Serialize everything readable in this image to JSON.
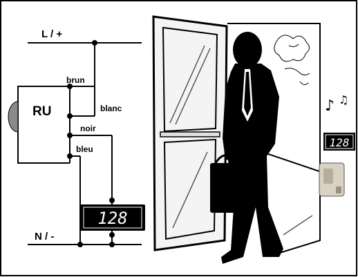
{
  "wiring": {
    "line_label": "L / +",
    "neutral_label": "N / -",
    "relay_label": "RU",
    "wire_brown": "brun",
    "wire_white": "blanc",
    "wire_black": "noir",
    "wire_blue": "bleu"
  },
  "counter": {
    "main_value": "128",
    "side_value": "128"
  },
  "colors": {
    "line": "#000000",
    "display_bg": "#000000",
    "display_text": "#ffffff",
    "sensor": "#d9d2c4"
  }
}
